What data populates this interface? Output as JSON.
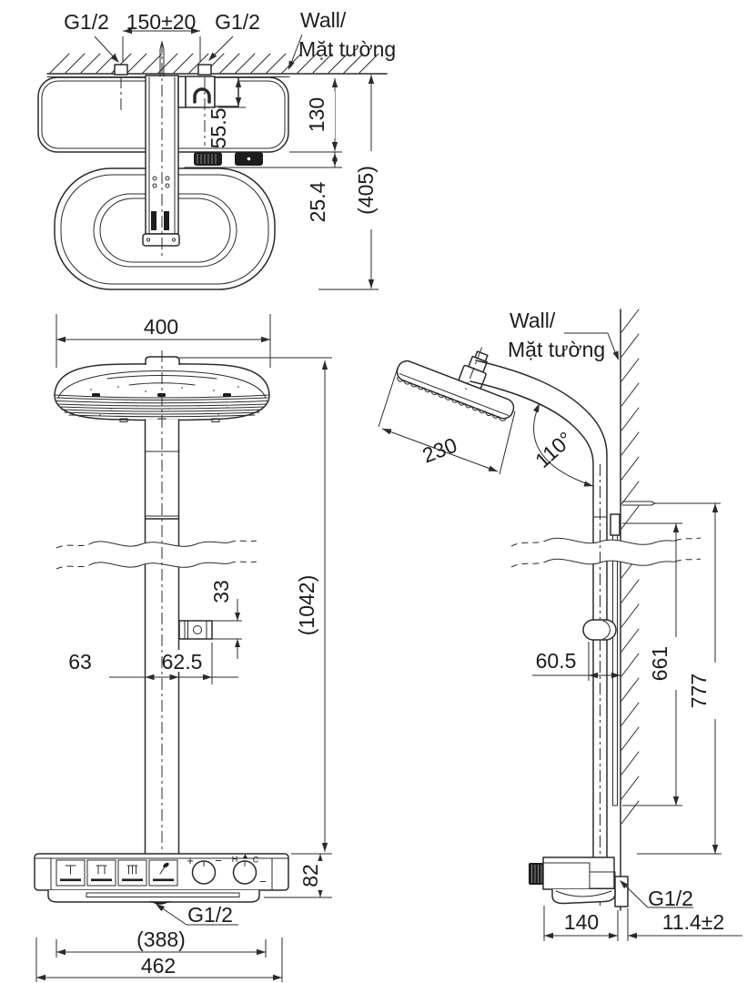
{
  "title": "Shower column installation dimension drawing",
  "colors": {
    "line": "#2b2b2b",
    "background": "#ffffff",
    "dark_fill": "#1d1d1d"
  },
  "views": {
    "top_view": {
      "g12_left": "G1/2",
      "inlet_span": "150±20",
      "g12_right": "G1/2",
      "wall_label_1": "Wall/",
      "wall_label_2": "Mặt tường",
      "hook_depth": "55.5",
      "bracket_depth": "130",
      "knob_offset": "25.4",
      "overall_depth": "(405)"
    },
    "front_view": {
      "head_width": "400",
      "holder_height": "33",
      "column_width": "63",
      "holder_offset": "62.5",
      "overall_height": "(1042)",
      "panel_height": "82",
      "outlet_thread": "G1/2",
      "panel_span": "(388)",
      "panel_width": "462",
      "knob_plus": "+",
      "knob_minus": "−",
      "temp_hot": "H",
      "temp_cold": "C",
      "temp_minus": "−"
    },
    "side_view": {
      "wall_label_1": "Wall/",
      "wall_label_2": "Mặt tường",
      "head_diameter": "230",
      "head_angle": "110°",
      "holder_depth": "60.5",
      "rail_height": "661",
      "column_height": "777",
      "outlet_thread": "G1/2",
      "box_depth": "140",
      "wall_gap": "11.4±2"
    }
  }
}
